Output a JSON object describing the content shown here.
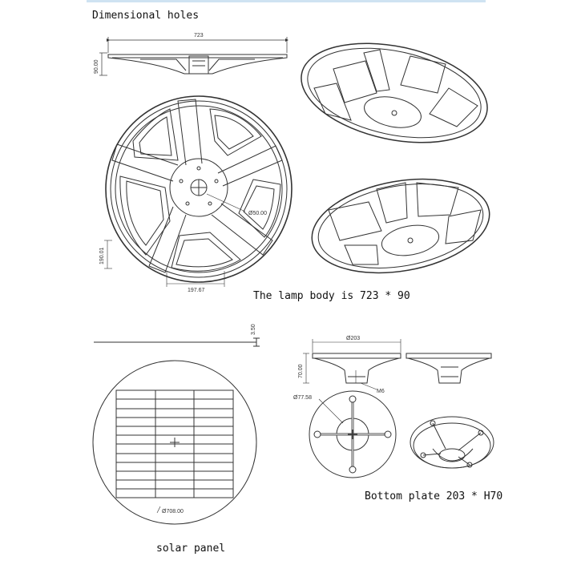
{
  "texts": {
    "title": "Dimensional holes",
    "lamp_caption": "The  lamp body  is 723 * 90",
    "plate_caption": "Bottom plate 203 * H70",
    "solar_caption": "solar panel"
  },
  "dimensions": {
    "lamp_width": "723",
    "lamp_height": "90.00",
    "hole_diameter": "Ø50.00",
    "offset_vertical": "190.01",
    "offset_horizontal": "197.67",
    "panel_thickness": "3.50",
    "panel_diameter": "Ø708.00",
    "plate_diameter": "Ø203",
    "plate_height": "70.00",
    "bolt": "M6",
    "plate_circle": "Ø77.58"
  },
  "colors": {
    "line": "#333333",
    "accent_bar": "#cfe3f2"
  }
}
